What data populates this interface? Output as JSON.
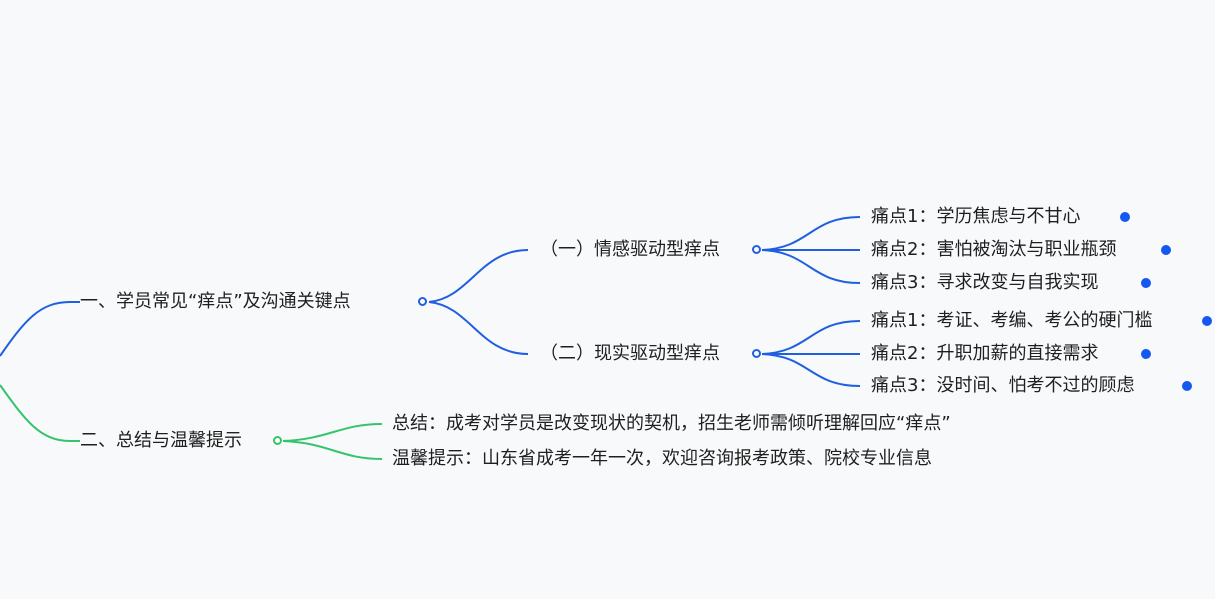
{
  "colors": {
    "blue": "#1f5fe0",
    "green": "#35c46b",
    "leaf_dot": "#1558f0"
  },
  "mindmap": {
    "branch1": {
      "label": "一、学员常见“痒点”及沟通关键点",
      "sub1": {
        "label": "（一）情感驱动型痒点",
        "leaves": [
          "痛点1：学历焦虑与不甘心",
          "痛点2：害怕被淘汰与职业瓶颈",
          "痛点3：寻求改变与自我实现"
        ]
      },
      "sub2": {
        "label": "（二）现实驱动型痒点",
        "leaves": [
          "痛点1：考证、考编、考公的硬门槛",
          "痛点2：升职加薪的直接需求",
          "痛点3：没时间、怕考不过的顾虑"
        ]
      }
    },
    "branch2": {
      "label": "二、总结与温馨提示",
      "leaves": [
        "总结：成考对学员是改变现状的契机，招生老师需倾听理解回应“痒点”",
        "温馨提示：山东省成考一年一次，欢迎咨询报考政策、院校专业信息"
      ]
    }
  }
}
